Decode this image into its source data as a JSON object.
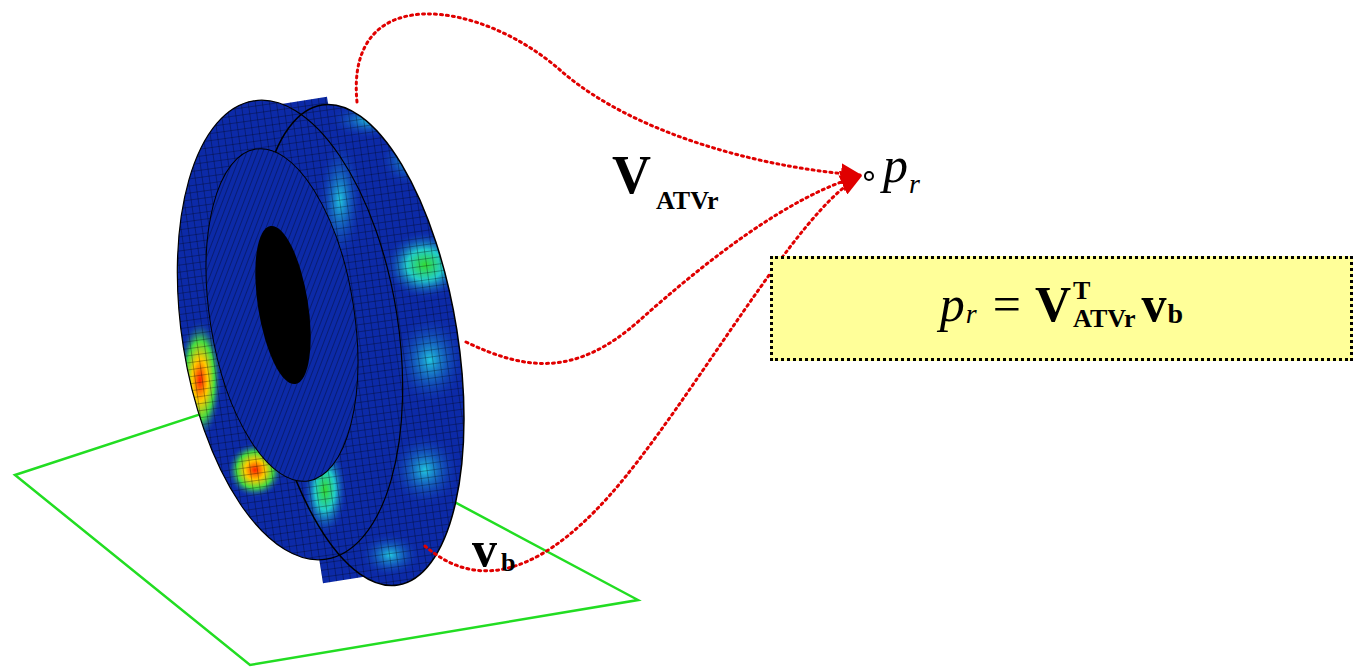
{
  "diagram": {
    "nodes": [
      {
        "text": [
          "p",
          "r",
          "=",
          "V",
          "T",
          "ATVr",
          "v",
          "b"
        ]
      }
    ],
    "labels": [
      "V",
      "ATVr",
      "p",
      "r",
      "v",
      "b"
    ]
  }
}
